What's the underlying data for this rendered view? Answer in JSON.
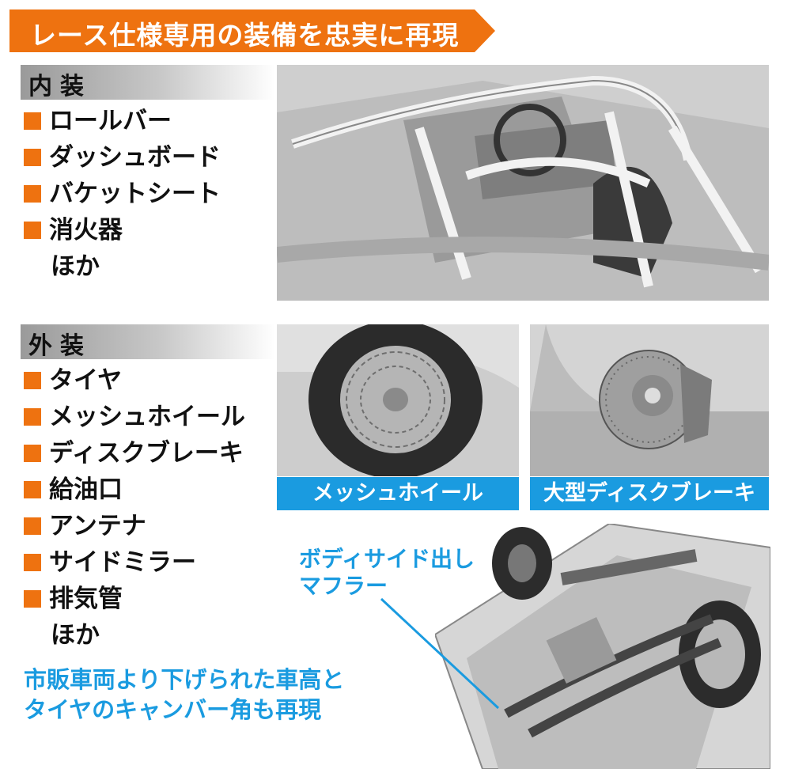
{
  "banner": {
    "title": "レース仕様専用の装備を忠実に再現",
    "color": "#ee7210"
  },
  "interior": {
    "heading": "内装",
    "items": [
      "ロールバー",
      "ダッシュボード",
      "バケットシート",
      "消火器"
    ],
    "more": "ほか"
  },
  "exterior": {
    "heading": "外装",
    "items": [
      "タイヤ",
      "メッシュホイール",
      "ディスクブレーキ",
      "給油口",
      "アンテナ",
      "サイドミラー",
      "排気管"
    ],
    "more": "ほか"
  },
  "captions": {
    "wheel": "メッシュホイール",
    "brake": "大型ディスクブレーキ"
  },
  "callout": {
    "line1": "ボディサイド出し",
    "line2": "マフラー"
  },
  "note": {
    "line1": "市販車両より下げられた車高と",
    "line2": "タイヤのキャンバー角も再現"
  },
  "colors": {
    "accent_orange": "#ee7210",
    "accent_blue": "#1a9be0"
  }
}
